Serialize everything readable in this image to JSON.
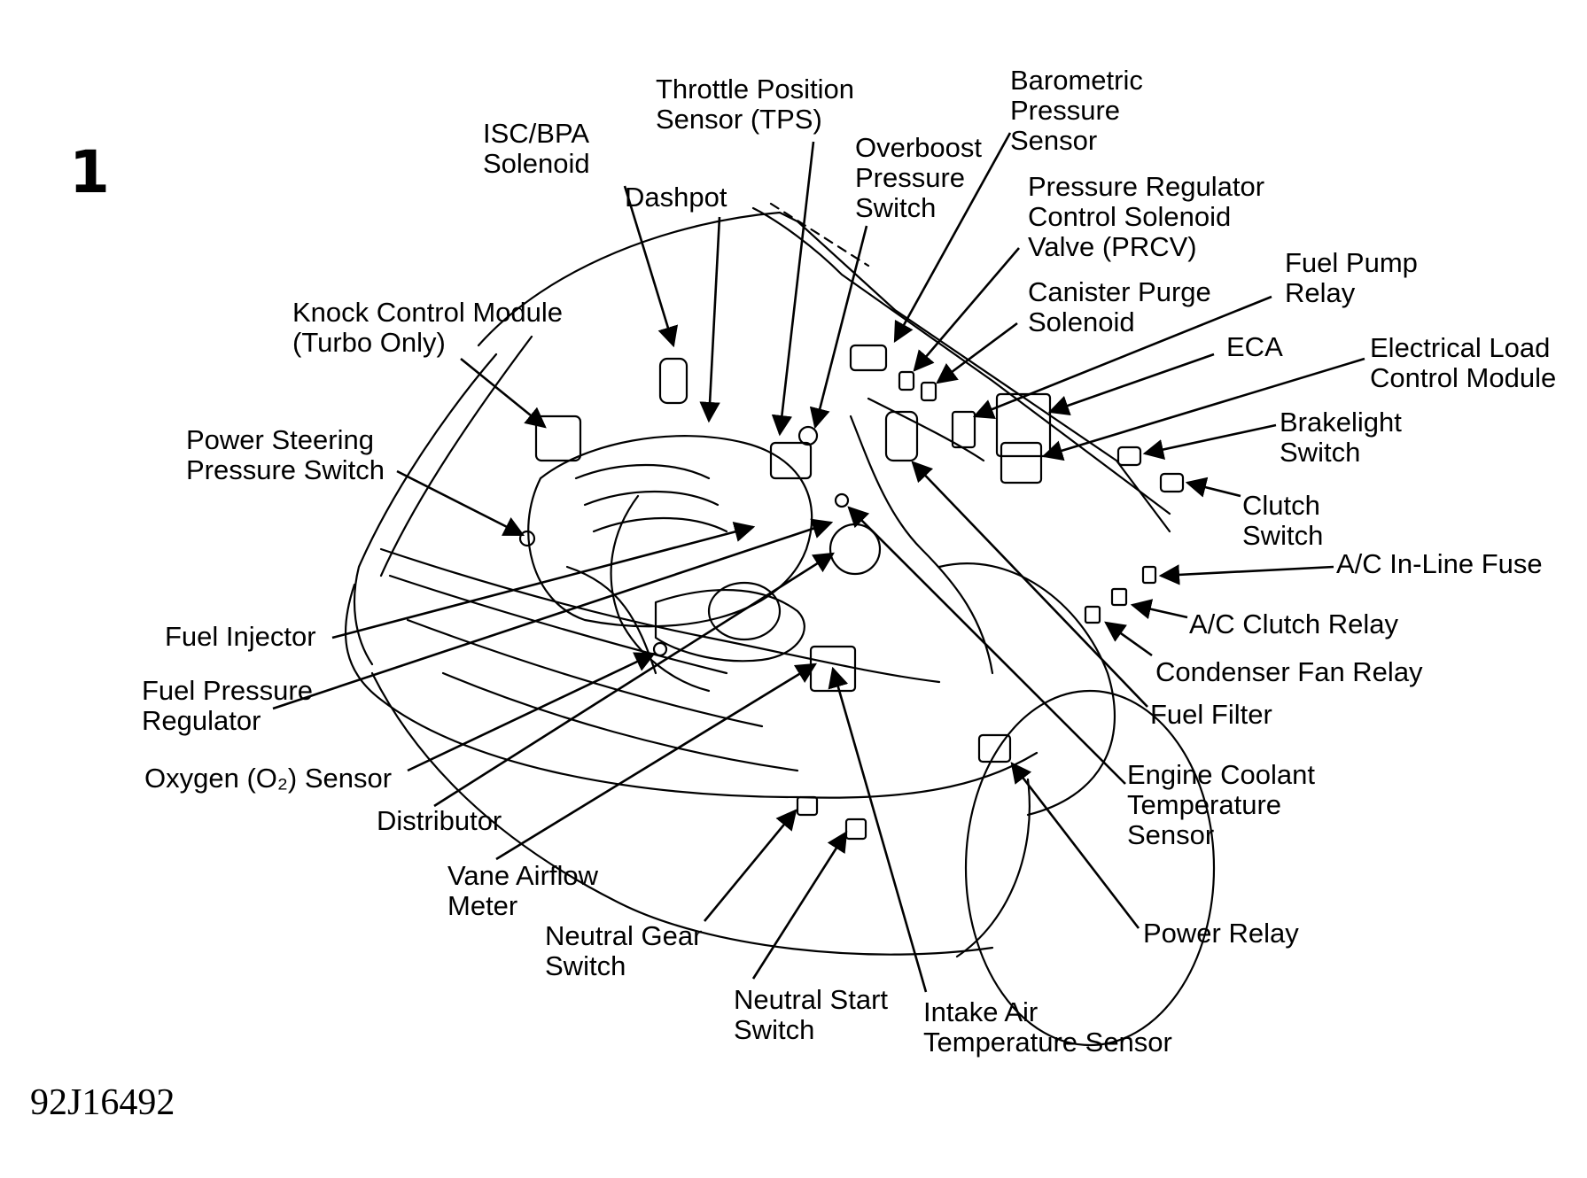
{
  "figure_number": "1",
  "figure_code": "92J16492",
  "colors": {
    "ink": "#000000",
    "paper": "#ffffff"
  },
  "labels": [
    {
      "id": "isc-bpa-solenoid",
      "text": "ISC/BPA\nSolenoid"
    },
    {
      "id": "throttle-position-sensor",
      "text": "Throttle Position\nSensor (TPS)"
    },
    {
      "id": "barometric-pressure-sensor",
      "text": "Barometric\nPressure\nSensor"
    },
    {
      "id": "overboost-pressure-switch",
      "text": "Overboost\nPressure\nSwitch"
    },
    {
      "id": "dashpot",
      "text": "Dashpot"
    },
    {
      "id": "pressure-regulator-control-solenoid-valve",
      "text": "Pressure Regulator\nControl Solenoid\nValve (PRCV)"
    },
    {
      "id": "fuel-pump-relay",
      "text": "Fuel Pump\nRelay"
    },
    {
      "id": "canister-purge-solenoid",
      "text": "Canister Purge\nSolenoid"
    },
    {
      "id": "knock-control-module",
      "text": "Knock Control Module\n(Turbo Only)"
    },
    {
      "id": "eca",
      "text": "ECA"
    },
    {
      "id": "electrical-load-control-module",
      "text": "Electrical Load\nControl Module"
    },
    {
      "id": "brakelight-switch",
      "text": "Brakelight\nSwitch"
    },
    {
      "id": "power-steering-pressure-switch",
      "text": "Power Steering\nPressure Switch"
    },
    {
      "id": "clutch-switch",
      "text": "Clutch\nSwitch"
    },
    {
      "id": "ac-in-line-fuse",
      "text": "A/C In-Line Fuse"
    },
    {
      "id": "ac-clutch-relay",
      "text": "A/C Clutch Relay"
    },
    {
      "id": "fuel-injector",
      "text": "Fuel Injector"
    },
    {
      "id": "condenser-fan-relay",
      "text": "Condenser Fan Relay"
    },
    {
      "id": "fuel-pressure-regulator",
      "text": "Fuel Pressure\nRegulator"
    },
    {
      "id": "fuel-filter",
      "text": "Fuel Filter"
    },
    {
      "id": "oxygen-sensor",
      "text": "Oxygen (O₂) Sensor"
    },
    {
      "id": "engine-coolant-temperature-sensor",
      "text": "Engine Coolant\nTemperature\nSensor"
    },
    {
      "id": "distributor",
      "text": "Distributor"
    },
    {
      "id": "vane-airflow-meter",
      "text": "Vane Airflow\nMeter"
    },
    {
      "id": "neutral-gear-switch",
      "text": "Neutral Gear\nSwitch"
    },
    {
      "id": "power-relay",
      "text": "Power Relay"
    },
    {
      "id": "neutral-start-switch",
      "text": "Neutral Start\nSwitch"
    },
    {
      "id": "intake-air-temperature-sensor",
      "text": "Intake Air\nTemperature Sensor"
    }
  ]
}
